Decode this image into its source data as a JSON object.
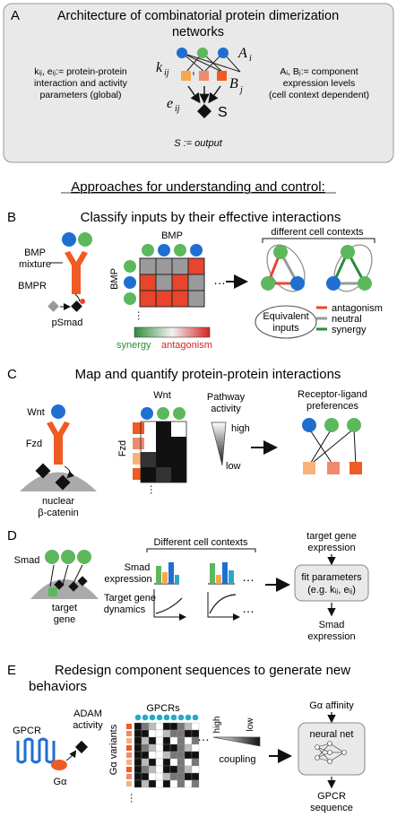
{
  "panel_a": {
    "label": "A",
    "title_line1": "Architecture of combinatorial protein dimerization",
    "title_line2": "networks",
    "left_def": [
      "kᵢⱼ, eᵢⱼ:= protein-protein",
      "interaction and activity",
      "parameters (global)"
    ],
    "right_def": [
      "Aᵢ, Bⱼ:= component",
      "expression levels",
      "(cell context dependent)"
    ],
    "sym_A": "A",
    "sym_A_sub": "i",
    "sym_B": "B",
    "sym_B_sub": "j",
    "sym_k": "k",
    "sym_k_sub": "ij",
    "sym_e": "e",
    "sym_e_sub": "ij",
    "sym_S": "S",
    "output_def": "S := output"
  },
  "approaches_title": "Approaches for understanding and control:",
  "panel_b": {
    "label": "B",
    "title": "Classify inputs by their effective interactions",
    "mixture_label": [
      "BMP",
      "mixture"
    ],
    "receptor_label": "BMPR",
    "readout_label": "pSmad",
    "matrix_top_label": "BMP",
    "matrix_left_label": "BMP",
    "ellipsis": "…",
    "contexts_label": "different cell contexts",
    "equivalent_label": [
      "Equivalent",
      "inputs"
    ],
    "colorbar_left": "synergy",
    "colorbar_right": "antagonism",
    "legend": [
      {
        "label": "antagonism",
        "color": "#e8452c"
      },
      {
        "label": "neutral",
        "color": "#9a9a9a"
      },
      {
        "label": "synergy",
        "color": "#2e8b3a"
      }
    ]
  },
  "panel_c": {
    "label": "C",
    "title": "Map and quantify protein-protein interactions",
    "ligand_label": "Wnt",
    "receptor_label": "Fzd",
    "readout_label": [
      "nuclear",
      "β-catenin"
    ],
    "matrix_top_label": "Wnt",
    "matrix_left_label": "Fzd",
    "pathway_label": [
      "Pathway",
      "activity"
    ],
    "high_label": "high",
    "low_label": "low",
    "pref_label": [
      "Receptor-ligand",
      "preferences"
    ]
  },
  "panel_d": {
    "label": "D",
    "smad_label": "Smad",
    "gene_label": [
      "target",
      "gene"
    ],
    "contexts_label": "Different cell contexts",
    "expr_label": [
      "Smad",
      "expression"
    ],
    "dyn_label": [
      "Target gene",
      "dynamics"
    ],
    "target_expr_label": [
      "target gene",
      "expression"
    ],
    "fit_label": [
      "fit parameters",
      "(e.g. kᵢⱼ, eᵢⱼ)"
    ],
    "smad_expr_label": [
      "Smad",
      "expression"
    ]
  },
  "panel_e": {
    "label": "E",
    "title_line1": "Redesign component sequences to generate new",
    "title_line2": "behaviors",
    "gpcr_label": "GPCR",
    "adam_label": [
      "ADAM",
      "activity"
    ],
    "galpha_label": "Gα",
    "matrix_top_label": "GPCRs",
    "matrix_left_label": "Gα variants",
    "high_label": "high",
    "low_label": "low",
    "coupling_label": "coupling",
    "affinity_label": "Gα affinity",
    "nn_label": "neural net",
    "seq_label": [
      "GPCR",
      "sequence"
    ]
  },
  "colors": {
    "green": "#5cb85c",
    "blue": "#1f6fd1",
    "orange": "#f05a23",
    "red": "#e8452c",
    "teal": "#29a8c9",
    "salmon": "#ef8a6f",
    "lightorange": "#f7b27a",
    "gray_panel": "#e9e9e9"
  }
}
